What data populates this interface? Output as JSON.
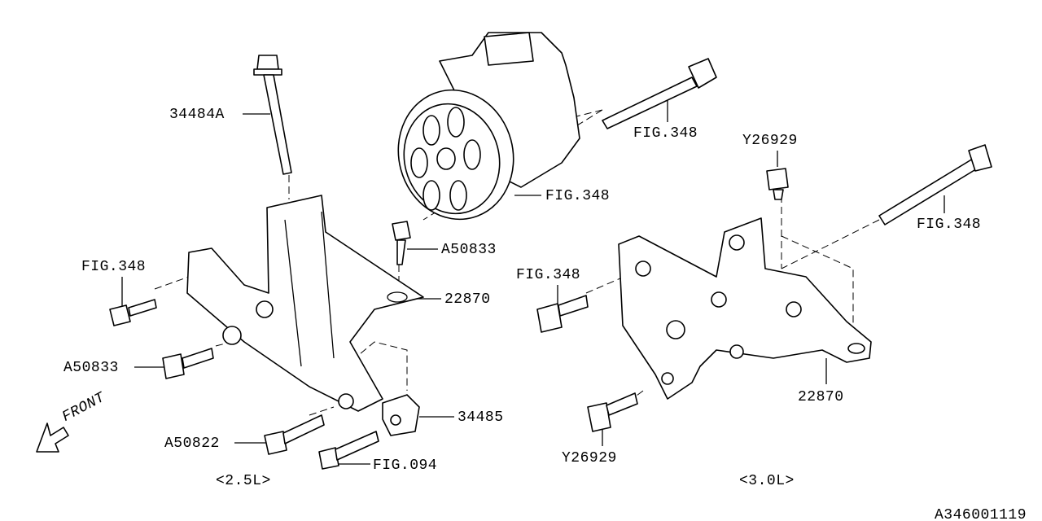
{
  "labels": {
    "bolt_34484A": "34484A",
    "fig348_top": "FIG.348",
    "fig348_pump": "FIG.348",
    "y26929_top": "Y26929",
    "fig348_right": "FIG.348",
    "a50833_upper": "A50833",
    "fig348_left": "FIG.348",
    "bracket_22870_left": "22870",
    "fig348_mid": "FIG.348",
    "a50833_lower": "A50833",
    "spacer_34485": "34485",
    "bracket_22870_right": "22870",
    "a50822": "A50822",
    "y26929_bottom": "Y26929",
    "fig094": "FIG.094"
  },
  "variants": {
    "left": "<2.5L>",
    "right": "<3.0L>"
  },
  "front_label": "FRONT",
  "diagram_code": "A346001119"
}
